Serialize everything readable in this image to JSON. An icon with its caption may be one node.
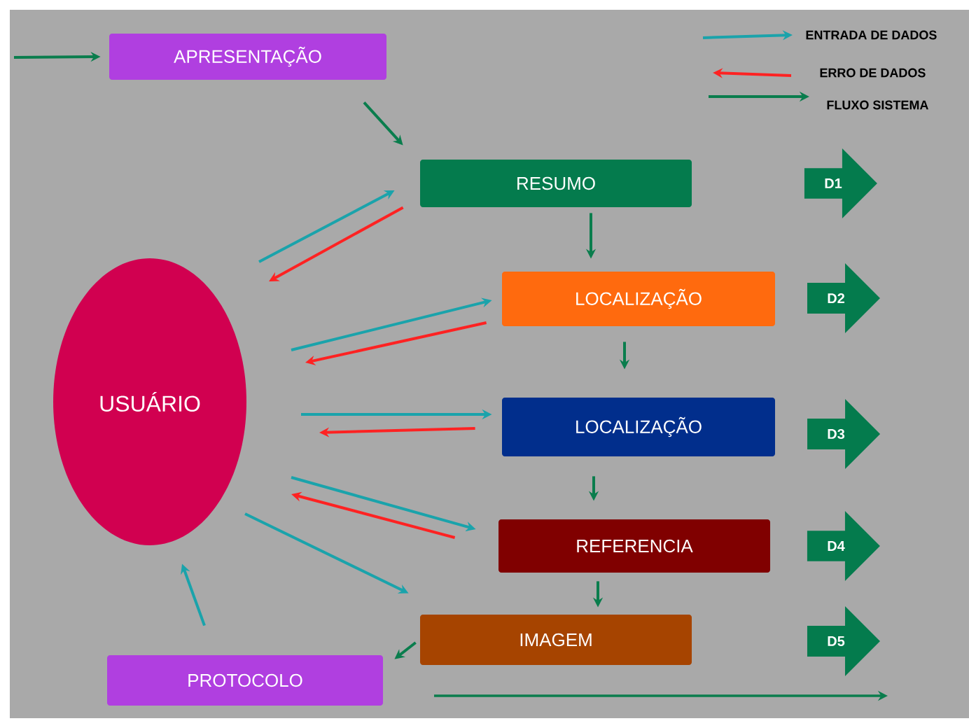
{
  "diagram": {
    "nodes": [
      {
        "text": [
          "APRESENTAÇÃO"
        ]
      },
      {
        "text": [
          "RESUMO"
        ]
      },
      {
        "text": [
          "D1"
        ]
      },
      {
        "text": [
          "USUÁRIO"
        ]
      },
      {
        "text": [
          "LOCALIZAÇÃO"
        ]
      },
      {
        "text": [
          "D2"
        ]
      },
      {
        "text": [
          "LOCALIZAÇÃO"
        ]
      },
      {
        "text": [
          "D3"
        ]
      },
      {
        "text": [
          "REFERENCIA"
        ]
      },
      {
        "text": [
          "D4"
        ]
      },
      {
        "text": [
          "IMAGEM"
        ]
      },
      {
        "text": [
          "D5"
        ]
      },
      {
        "text": [
          "PROTOCOLO"
        ]
      }
    ],
    "edges": [
      {
        "from": null,
        "to": 0,
        "arrow": "to"
      },
      {
        "from": 0,
        "to": 1,
        "arrow": "to"
      },
      {
        "from": 3,
        "to": 1,
        "arrow": "to",
        "color": "#1aa3ab"
      },
      {
        "from": 1,
        "to": 3,
        "arrow": "to",
        "color": "#ff2222"
      },
      {
        "from": 1,
        "to": 4,
        "arrow": "to"
      },
      {
        "from": 3,
        "to": 4,
        "arrow": "to",
        "color": "#1aa3ab"
      },
      {
        "from": 4,
        "to": 3,
        "arrow": "to",
        "color": "#ff2222"
      },
      {
        "from": 4,
        "to": 6,
        "arrow": "to"
      },
      {
        "from": 3,
        "to": 6,
        "arrow": "to",
        "color": "#1aa3ab"
      },
      {
        "from": 6,
        "to": 3,
        "arrow": "to",
        "color": "#ff2222"
      },
      {
        "from": 6,
        "to": 8,
        "arrow": "to"
      },
      {
        "from": 3,
        "to": 8,
        "arrow": "to",
        "color": "#1aa3ab"
      },
      {
        "from": 8,
        "to": 3,
        "arrow": "to",
        "color": "#ff2222"
      },
      {
        "from": 3,
        "to": 10,
        "arrow": "to",
        "color": "#1aa3ab"
      },
      {
        "from": 8,
        "to": 10,
        "arrow": "to"
      },
      {
        "from": 10,
        "to": 12,
        "arrow": "to"
      },
      {
        "from": 12,
        "to": 3,
        "arrow": "to",
        "color": "#1aa3ab"
      }
    ],
    "legend": [
      {
        "text": "ENTRADA DE DADOS"
      },
      {
        "text": "ERRO DE DADOS"
      },
      {
        "text": "FLUXO SISTEMA"
      }
    ]
  }
}
